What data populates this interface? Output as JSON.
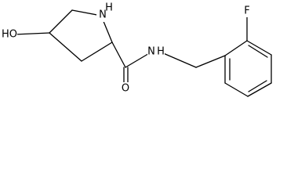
{
  "atom_labels": {
    "hydroxyl": "HO",
    "ring_nitrogen": "N",
    "ring_nitrogen_hydrogen": "H",
    "amide_nitrogen": "N",
    "amide_nitrogen_hydrogen": "H",
    "carbonyl_oxygen": "O",
    "fluorine": "F"
  },
  "colors": {
    "bond": "#000000",
    "label": "#000000",
    "background": "#ffffff"
  }
}
